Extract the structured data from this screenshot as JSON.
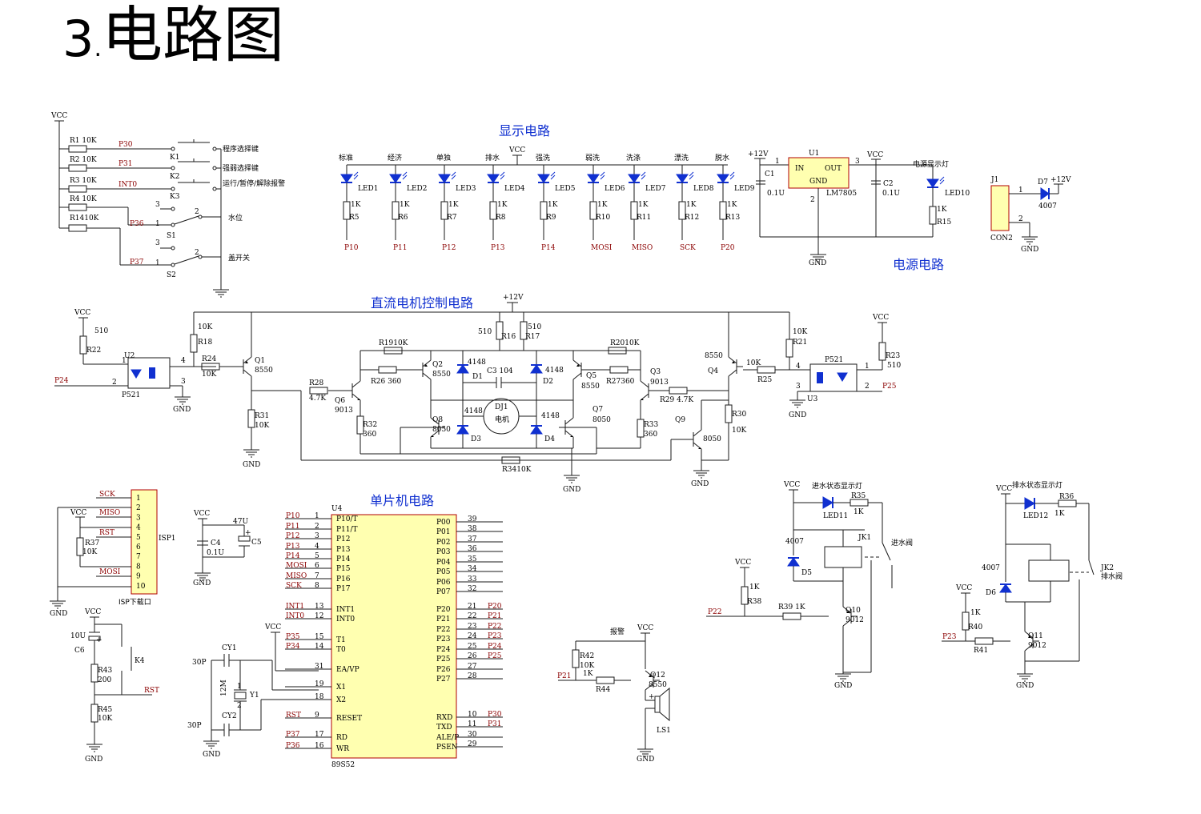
{
  "title": {
    "number": "3",
    "dot": ".",
    "text": "电路图"
  },
  "sections": {
    "display": "显示电路",
    "power": "电源电路",
    "motor": "直流电机控制电路",
    "mcu": "单片机电路"
  },
  "colors": {
    "wire": "#1a1a1a",
    "component_blue": "#1030d0",
    "net_label": "#8b0000",
    "chip_fill": "#ffffb0",
    "chip_border": "#b00000"
  },
  "keys": {
    "vcc": "VCC",
    "r1": "R1  10K",
    "r2": "R2  10K",
    "r3": "R3  10K",
    "r4": "R4  10K",
    "r14": "R1410K",
    "p30": "P30",
    "p31": "P31",
    "int0": "INT0",
    "p36": "P36",
    "p37": "P37",
    "k1": "K1",
    "k2": "K2",
    "k3": "K3",
    "s1": "S1",
    "s2": "S2",
    "desc1": "程序选择键",
    "desc2": "强弱选择键",
    "desc3": "运行/暂停/解除报警",
    "water_level": "水位",
    "lid_switch": "盖开关",
    "pin3a": "3",
    "pin1a": "1",
    "pin2a": "2",
    "pin3b": "3",
    "pin1b": "1",
    "pin2b": "2"
  },
  "display": {
    "vcc": "VCC",
    "labels": [
      "标准",
      "经济",
      "单独",
      "排水",
      "强洗",
      "弱洗",
      "洗涤",
      "漂洗",
      "脱水"
    ],
    "leds": [
      "LED1",
      "LED2",
      "LED3",
      "LED4",
      "LED5",
      "LED6",
      "LED7",
      "LED8",
      "LED9"
    ],
    "res_vals": [
      "1K",
      "1K",
      "1K",
      "1K",
      "1K",
      "1K",
      "1K",
      "1K",
      "1K"
    ],
    "res_names": [
      "R5",
      "R6",
      "R7",
      "R8",
      "R9",
      "R10",
      "R11",
      "R12",
      "R13"
    ],
    "nets": [
      "P10",
      "P11",
      "P12",
      "P13",
      "P14",
      "MOSI",
      "MISO",
      "SCK",
      "P20"
    ]
  },
  "power": {
    "v12": "+12V",
    "c1": "C1",
    "c1v": "0.1U",
    "u1": "U1",
    "in": "IN",
    "out": "OUT",
    "gnd_pin": "GND",
    "chip": "LM7805",
    "p1": "1",
    "p2": "2",
    "p3": "3",
    "vcc": "VCC",
    "c2": "C2",
    "c2v": "0.1U",
    "ind": "电源显示灯",
    "led10": "LED10",
    "r15v": "1K",
    "r15": "R15",
    "gnd": "GND",
    "j1": "J1",
    "con2": "CON2",
    "d7": "D7",
    "d7v": "4007",
    "d7net": "+12V",
    "jp1": "1",
    "jp2": "2",
    "gnd2": "GND"
  },
  "motor": {
    "vcc": "VCC",
    "r22v": "510",
    "r22": "R22",
    "u2": "U2",
    "u2n": "P521",
    "p24": "P24",
    "u2p1": "1",
    "u2p2": "2",
    "u2p3": "3",
    "u2p4": "4",
    "gnd": "GND",
    "r18v": "10K",
    "r18": "R18",
    "r24": "R24",
    "r24v": "10K",
    "q1": "Q1",
    "q1v": "8550",
    "r31": "R31",
    "r31v": "10K",
    "gnd_a": "GND",
    "v12": "+12V",
    "r16v": "510",
    "r16": "R16",
    "r17v": "510",
    "r17": "R17",
    "r19": "R1910K",
    "r20": "R2010K",
    "q2": "Q2",
    "q2v": "8550",
    "q3": "Q3",
    "q3v": "9013",
    "r26": "R26  360",
    "r27": "R27360",
    "d1n": "4148",
    "d1": "D1",
    "d2n": "4148",
    "d2": "D2",
    "c3": "C3  104",
    "q5": "Q5",
    "q5v": "8550",
    "q6": "Q6",
    "q6v": "9013",
    "r28": "R28",
    "r28v": "4.7K",
    "r29": "R29  4.7K",
    "dj1": "DJ1",
    "motor": "电机",
    "d3n": "4148",
    "d3": "D3",
    "d4n": "4148",
    "d4": "D4",
    "q8": "Q8",
    "q8v": "8050",
    "q7": "Q7",
    "q7v": "8050",
    "r32": "R32",
    "r32v": "360",
    "r33": "R33",
    "r33v": "360",
    "r34": "R3410K",
    "gnd_b": "GND",
    "q9": "Q9",
    "q9v": "8050",
    "gnd_c": "GND",
    "q4": "Q4",
    "q4v": "8550",
    "r25v": "10K",
    "r25": "R25",
    "r21v": "10K",
    "r21": "R21",
    "r30": "R30",
    "r30v": "10K",
    "u3": "U3",
    "u3n": "P521",
    "vcc2": "VCC",
    "r23": "R23",
    "r23v": "510",
    "p25": "P25",
    "u3p1": "1",
    "u3p2": "2",
    "u3p3": "3",
    "u3p4": "4",
    "gnd_d": "GND"
  },
  "isp": {
    "sck": "SCK",
    "vcc": "VCC",
    "miso": "MISO",
    "rst": "RST",
    "mosi": "MOSI",
    "r37": "R37",
    "r37v": "10K",
    "name": "ISP1",
    "caption": "ISP下载口",
    "gnd": "GND",
    "pins": [
      "1",
      "2",
      "3",
      "4",
      "5",
      "6",
      "7",
      "8",
      "9",
      "10"
    ]
  },
  "decoup": {
    "vcc": "VCC",
    "c4": "C4",
    "c4v": "0.1U",
    "c5v": "47U",
    "c5": "C5",
    "plus": "+",
    "gnd": "GND"
  },
  "reset": {
    "vcc": "VCC",
    "c6v": "10U",
    "c6": "C6",
    "plus": "+",
    "r43": "R43",
    "r43v": "200",
    "k4": "K4",
    "rst": "RST",
    "r45": "R45",
    "r45v": "10K",
    "gnd": "GND"
  },
  "crystal": {
    "cy1": "CY1",
    "cy2": "CY2",
    "c30a": "30P",
    "c30b": "30P",
    "freq": "12M",
    "y1": "Y1",
    "p1": "1",
    "p2": "2",
    "gnd": "GND",
    "vcc": "VCC"
  },
  "mcu": {
    "u4": "U4",
    "chip": "89S52",
    "left_pins": [
      {
        "net": "P10",
        "num": "1",
        "name": "P10/T"
      },
      {
        "net": "P11",
        "num": "2",
        "name": "P11/T"
      },
      {
        "net": "P12",
        "num": "3",
        "name": "P12"
      },
      {
        "net": "P13",
        "num": "4",
        "name": "P13"
      },
      {
        "net": "P14",
        "num": "5",
        "name": "P14"
      },
      {
        "net": "MOSI",
        "num": "6",
        "name": "P15"
      },
      {
        "net": "MISO",
        "num": "7",
        "name": "P16"
      },
      {
        "net": "SCK",
        "num": "8",
        "name": "P17"
      },
      {
        "net": "INT1",
        "num": "13",
        "name": "INT1"
      },
      {
        "net": "INT0",
        "num": "12",
        "name": "INT0"
      },
      {
        "net": "P35",
        "num": "15",
        "name": "T1"
      },
      {
        "net": "P34",
        "num": "14",
        "name": "T0"
      },
      {
        "net": "",
        "num": "31",
        "name": "EA/VP"
      },
      {
        "net": "",
        "num": "19",
        "name": "X1"
      },
      {
        "net": "",
        "num": "18",
        "name": "X2"
      },
      {
        "net": "RST",
        "num": "9",
        "name": "RESET"
      },
      {
        "net": "P37",
        "num": "17",
        "name": "RD"
      },
      {
        "net": "P36",
        "num": "16",
        "name": "WR"
      }
    ],
    "right_pins": [
      {
        "name": "P00",
        "num": "39",
        "net": ""
      },
      {
        "name": "P01",
        "num": "38",
        "net": ""
      },
      {
        "name": "P02",
        "num": "37",
        "net": ""
      },
      {
        "name": "P03",
        "num": "36",
        "net": ""
      },
      {
        "name": "P04",
        "num": "35",
        "net": ""
      },
      {
        "name": "P05",
        "num": "34",
        "net": ""
      },
      {
        "name": "P06",
        "num": "33",
        "net": ""
      },
      {
        "name": "P07",
        "num": "32",
        "net": ""
      },
      {
        "name": "P20",
        "num": "21",
        "net": "P20"
      },
      {
        "name": "P21",
        "num": "22",
        "net": "P21"
      },
      {
        "name": "P22",
        "num": "23",
        "net": "P22"
      },
      {
        "name": "P23",
        "num": "24",
        "net": "P23"
      },
      {
        "name": "P24",
        "num": "25",
        "net": "P24"
      },
      {
        "name": "P25",
        "num": "26",
        "net": "P25"
      },
      {
        "name": "P26",
        "num": "27",
        "net": ""
      },
      {
        "name": "P27",
        "num": "28",
        "net": ""
      },
      {
        "name": "RXD",
        "num": "10",
        "net": "P30"
      },
      {
        "name": "TXD",
        "num": "11",
        "net": "P31"
      },
      {
        "name": "ALE/P",
        "num": "30",
        "net": ""
      },
      {
        "name": "PSEN",
        "num": "29",
        "net": ""
      }
    ]
  },
  "buzzer": {
    "label": "报警",
    "vcc": "VCC",
    "r42": "R42",
    "r42v": "10K",
    "p21": "P21",
    "r44v": "1K",
    "r44": "R44",
    "q12": "Q12",
    "q12v": "8550",
    "plus": "+",
    "ls1": "LS1",
    "gnd": "GND"
  },
  "inlet": {
    "vcc": "VCC",
    "ind": "进水状态显示灯",
    "r35": "R35",
    "r35v": "1K",
    "led11": "LED11",
    "d5v": "4007",
    "d5": "D5",
    "jk1": "JK1",
    "valve": "进水阀",
    "vcc2": "VCC",
    "r38v": "1K",
    "r38": "R38",
    "p22": "P22",
    "r39": "R39  1K",
    "q10": "Q10",
    "q10v": "9012",
    "gnd": "GND"
  },
  "drain": {
    "vcc": "VCC",
    "ind": "排水状态显示灯",
    "r36": "R36",
    "r36v": "1K",
    "led12": "LED12",
    "d6v": "4007",
    "d6": "D6",
    "jk2": "JK2",
    "valve": "排水阀",
    "vcc2": "VCC",
    "r40v": "1K",
    "r40": "R40",
    "p23": "P23",
    "r41": "R41",
    "q11": "Q11",
    "q11v": "9012",
    "gnd": "GND"
  }
}
